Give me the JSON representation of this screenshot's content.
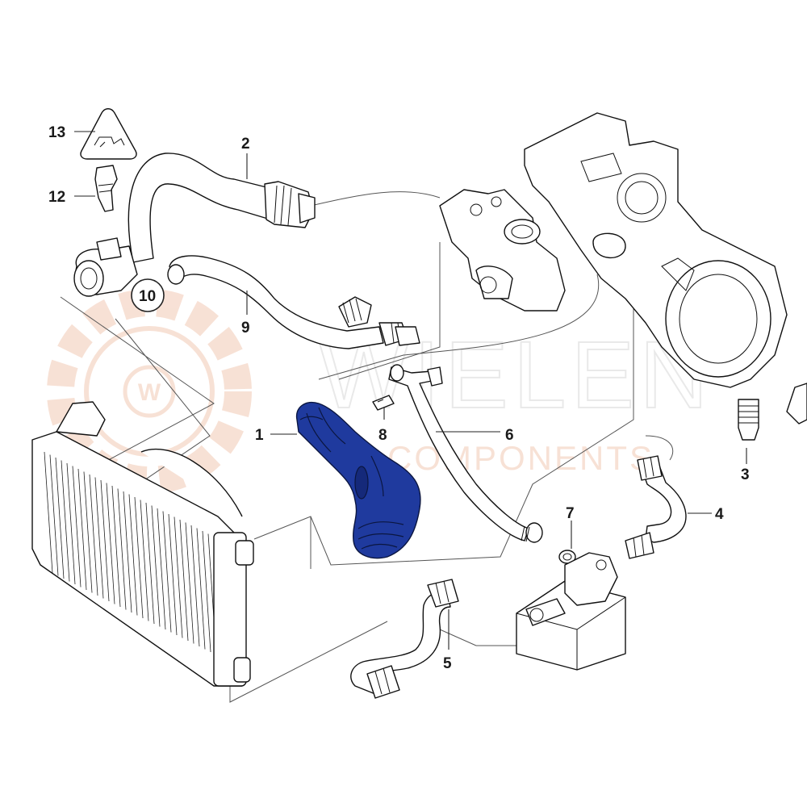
{
  "diagram": {
    "highlight_color": "#1f3a9e",
    "callouts": [
      {
        "id": "1",
        "label": "1"
      },
      {
        "id": "2",
        "label": "2"
      },
      {
        "id": "3",
        "label": "3"
      },
      {
        "id": "4",
        "label": "4"
      },
      {
        "id": "5",
        "label": "5"
      },
      {
        "id": "6",
        "label": "6"
      },
      {
        "id": "7",
        "label": "7"
      },
      {
        "id": "8",
        "label": "8"
      },
      {
        "id": "9",
        "label": "9"
      },
      {
        "id": "10",
        "label": "10"
      },
      {
        "id": "12",
        "label": "12"
      },
      {
        "id": "13",
        "label": "13"
      }
    ]
  },
  "watermark": {
    "brand": "WIELEN",
    "subtitle": "COMPONENTS",
    "logo_letter": "W",
    "color": "#f2c9b4"
  }
}
